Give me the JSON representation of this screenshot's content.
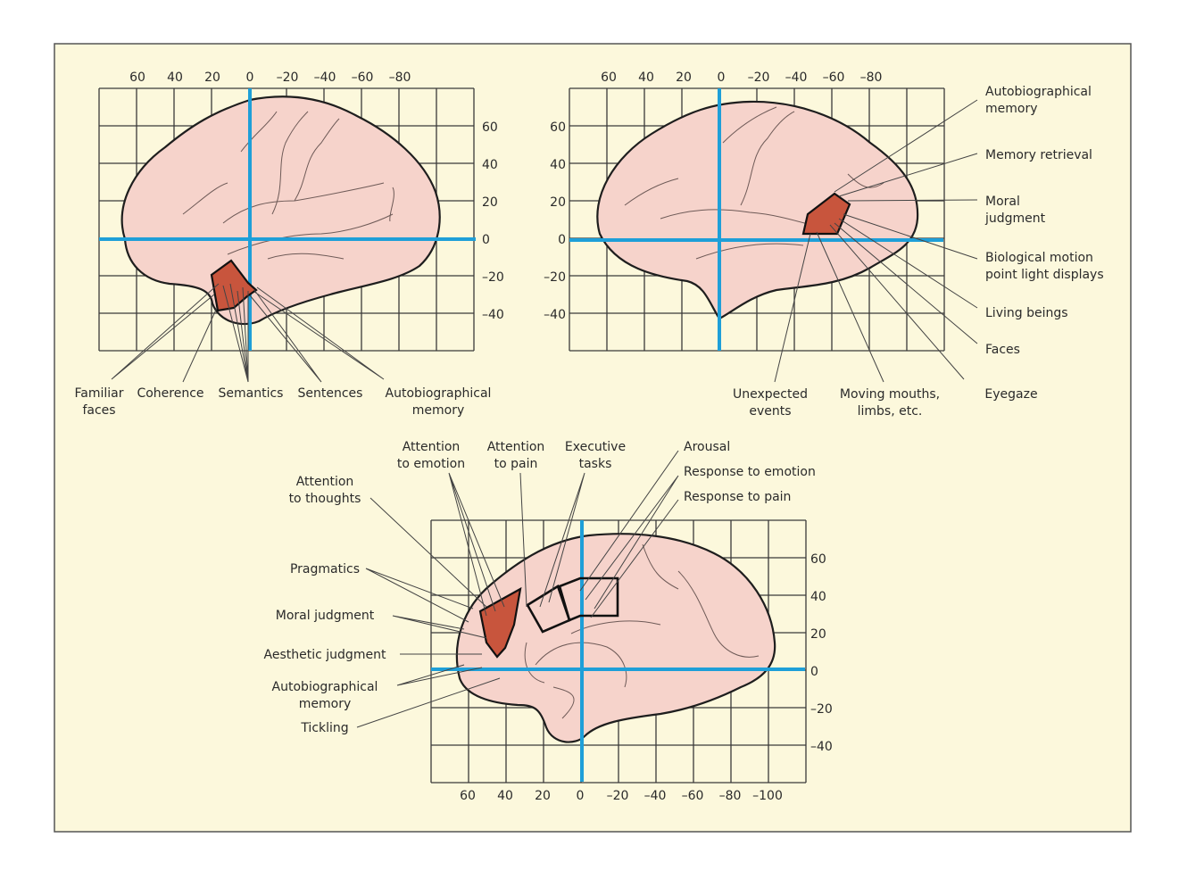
{
  "figure": {
    "colors": {
      "background": "#fcf8dc",
      "axis": "#1e9fd8",
      "brain": "#f6d3cb",
      "region": "#c8553d"
    },
    "panel_top_left": {
      "x_ticks": [
        "60",
        "40",
        "20",
        "0",
        "–20",
        "–40",
        "–60",
        "–80"
      ],
      "y_ticks": [
        "60",
        "40",
        "20",
        "0",
        "–20",
        "–40"
      ],
      "labels": {
        "familiar_faces": [
          "Familiar",
          "faces"
        ],
        "coherence": [
          "Coherence"
        ],
        "semantics": [
          "Semantics"
        ],
        "sentences": [
          "Sentences"
        ],
        "autobiographical_memory": [
          "Autobiographical",
          "memory"
        ]
      }
    },
    "panel_top_right": {
      "x_ticks": [
        "60",
        "40",
        "20",
        "0",
        "–20",
        "–40",
        "–60",
        "–80"
      ],
      "y_ticks": [
        "60",
        "40",
        "20",
        "0",
        "–20",
        "–40"
      ],
      "labels": {
        "autobiographical_memory": [
          "Autobiographical",
          "memory"
        ],
        "memory_retrieval": [
          "Memory retrieval"
        ],
        "moral_judgment": [
          "Moral",
          "judgment"
        ],
        "biological_motion": [
          "Biological motion",
          "point light displays"
        ],
        "living_beings": [
          "Living beings"
        ],
        "faces": [
          "Faces"
        ],
        "eyegaze": [
          "Eyegaze"
        ],
        "unexpected_events": [
          "Unexpected",
          "events"
        ],
        "moving_mouths": [
          "Moving mouths,",
          "limbs, etc."
        ]
      }
    },
    "panel_bottom": {
      "x_ticks": [
        "60",
        "40",
        "20",
        "0",
        "–20",
        "–40",
        "–60",
        "–80",
        "–100"
      ],
      "y_ticks": [
        "60",
        "40",
        "20",
        "0",
        "–20",
        "–40"
      ],
      "labels": {
        "attention_to_emotion": [
          "Attention",
          "to emotion"
        ],
        "attention_to_pain": [
          "Attention",
          "to pain"
        ],
        "executive_tasks": [
          "Executive",
          "tasks"
        ],
        "arousal": [
          "Arousal"
        ],
        "response_to_emotion": [
          "Response to emotion"
        ],
        "response_to_pain": [
          "Response to pain"
        ],
        "attention_to_thoughts": [
          "Attention",
          "to thoughts"
        ],
        "pragmatics": [
          "Pragmatics"
        ],
        "moral_judgment": [
          "Moral judgment"
        ],
        "aesthetic_judgment": [
          "Aesthetic judgment"
        ],
        "autobiographical_memory": [
          "Autobiographical",
          "memory"
        ],
        "tickling": [
          "Tickling"
        ]
      }
    }
  }
}
